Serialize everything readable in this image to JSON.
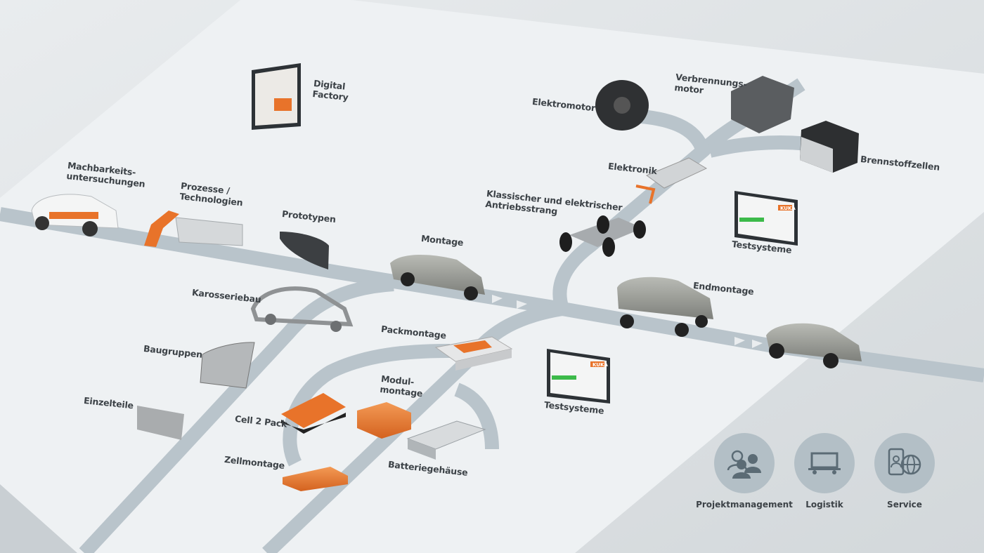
{
  "colors": {
    "road": "#b9c4cb",
    "accent": "#e8732a",
    "plate": "#eef1f3",
    "icon": "#5b6b75"
  },
  "labels": {
    "digital_factory": [
      "Digital",
      "Factory"
    ],
    "machbarkeit": [
      "Machbarkeits-",
      "untersuchungen"
    ],
    "prozesse": [
      "Prozesse /",
      "Technologien"
    ],
    "prototypen": "Prototypen",
    "elektromotor": "Elektromotor",
    "verbrennungsmotor": [
      "Verbrennungs-",
      "motor"
    ],
    "elektronik": "Elektronik",
    "brennstoffzellen": "Brennstoffzellen",
    "antriebsstrang": [
      "Klassischer und elektrischer",
      "Antriebsstrang"
    ],
    "testsysteme_top": "Testsysteme",
    "montage": "Montage",
    "endmontage": "Endmontage",
    "karosseriebau": "Karosseriebau",
    "packmontage": "Packmontage",
    "baugruppen": "Baugruppen",
    "modulmontage": [
      "Modul-",
      "montage"
    ],
    "testsysteme_bottom": "Testsysteme",
    "einzelteile": "Einzelteile",
    "cell2pack": "Cell 2 Pack",
    "zellmontage": "Zellmontage",
    "batteriegehaeuse": "Batteriegehäuse"
  },
  "services": [
    {
      "label": "Projektmanagement",
      "icon": "people-icon"
    },
    {
      "label": "Logistik",
      "icon": "cart-icon"
    },
    {
      "label": "Service",
      "icon": "phone-globe-icon"
    }
  ],
  "screens": {
    "brand": "KUKA"
  }
}
